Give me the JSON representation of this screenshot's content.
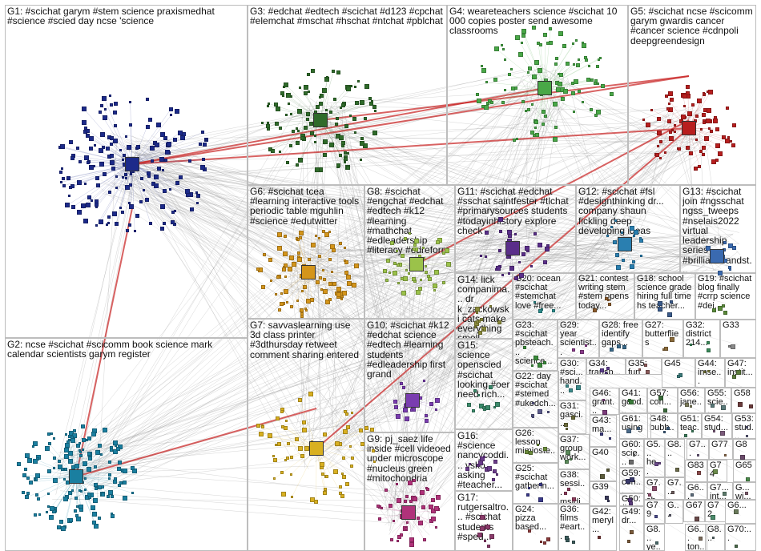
{
  "groups": [
    {
      "id": "G1",
      "label": "G1: #scichat garym #stem science praxismedhat #science #scied day ncse 'science",
      "color": "#1c2a8a",
      "fs": 12,
      "n": 170
    },
    {
      "id": "G2",
      "label": "G2: ncse #scichat #scicomm book science mark calendar scientists garym register",
      "color": "#1a7fa0",
      "fs": 12,
      "n": 150
    },
    {
      "id": "G3",
      "label": "G3: #edchat #edtech #scichat #d123 #cpchat #elemchat #mschat #hschat #ntchat #pblchat",
      "color": "#2f6b2a",
      "fs": 12,
      "n": 110
    },
    {
      "id": "G4",
      "label": "G4: weareteachers science #scichat 10 000 copies poster send awesome classrooms",
      "color": "#49a847",
      "fs": 12,
      "n": 100
    },
    {
      "id": "G5",
      "label": "G5: #scichat ncse #scicomm garym gwardis cancer #cancer science #cdnpoli deepgreendesign",
      "color": "#b81e1e",
      "fs": 12,
      "n": 80
    },
    {
      "id": "G6",
      "label": "G6: #scichat tcea #learning interactive tools periodic table mguhlin #science #edutwitter",
      "color": "#d4951a",
      "fs": 12,
      "n": 90
    },
    {
      "id": "G7",
      "label": "G7: savvaslearning use 3d class printer #3dthursday retweet comment sharing entered",
      "color": "#d9b020",
      "fs": 12,
      "n": 70
    },
    {
      "id": "G8",
      "label": "G8: #scichat #engchat #edchat #edtech #k12 #learning #mathchat #edleadership #literacy #edreform",
      "color": "#9bc24a",
      "fs": 12,
      "n": 45
    },
    {
      "id": "G9",
      "label": "G9: pj_saez life inside #cell videoed under microscope #nucleus green #mitochondria",
      "color": "#b0327a",
      "fs": 12,
      "n": 45
    },
    {
      "id": "G10",
      "label": "G10: #scichat #k12 #edchat science #edtech #learning students #edleadership first grand",
      "color": "#7a3db0",
      "fs": 12,
      "n": 20
    },
    {
      "id": "G11",
      "label": "G11: #scichat #edchat #sschat saintfester #tlchat #primarysources students #todayinhistory explore check",
      "color": "#5a2e8a",
      "fs": 12,
      "n": 30
    },
    {
      "id": "G12",
      "label": "G12: #scichat #fsl #designthinking dr... company shaun fickling deep developing ideas",
      "color": "#2a7fb0",
      "fs": 12,
      "n": 20
    },
    {
      "id": "G13",
      "label": "G13: #scichat join #ngsschat ngss_tweeps #nselais2022 virtual leadership series #brillianceandst...",
      "color": "#3a6ab0",
      "fs": 12,
      "n": 10
    },
    {
      "id": "G14",
      "label": "G14: lick companima... dr k_zackowski cats make everything smell same...",
      "color": "#8a8a3a",
      "fs": 12,
      "n": 12
    },
    {
      "id": "G15",
      "label": "G15: science openscied #scichat looking #oer need rich...",
      "color": "#3a8a6a",
      "fs": 12,
      "n": 12
    },
    {
      "id": "G16",
      "label": "G16: #science nancycoddi... vsko asking #teacher...",
      "color": "#6a3a8a",
      "fs": 12,
      "n": 12
    },
    {
      "id": "G17",
      "label": "G17: rutgersaltro... #scichat students #sped...",
      "color": "#8a3a6a",
      "fs": 12,
      "n": 10
    },
    {
      "id": "G18",
      "label": "G18: school science grade hiring full time hs teacher...",
      "color": "#3a5a8a",
      "fs": 11,
      "n": 4
    },
    {
      "id": "G19",
      "label": "G19: #scichat blog finally #crrp science #dei...",
      "color": "#5a8a3a",
      "fs": 11,
      "n": 4
    },
    {
      "id": "G20",
      "label": "G20: ocean #scichat #stemchat love #free...",
      "color": "#2a8a8a",
      "fs": 11,
      "n": 4
    },
    {
      "id": "G21",
      "label": "G21: contest writing stem #stem opens today...",
      "color": "#8a5a2a",
      "fs": 11,
      "n": 4
    },
    {
      "id": "G22",
      "label": "G22: day #scichat #stemed #ukedch...",
      "color": "#5a5a8a",
      "fs": 11,
      "n": 5
    },
    {
      "id": "G23",
      "label": "G23: #scichat pbsteach... science...",
      "color": "#3a8a3a",
      "fs": 11,
      "n": 5
    },
    {
      "id": "G24",
      "label": "G24: pizza based...",
      "color": "#8a3a3a",
      "fs": 11,
      "n": 4
    },
    {
      "id": "G25",
      "label": "G25: #scichat gatherin...",
      "color": "#3a3a8a",
      "fs": 11,
      "n": 4
    },
    {
      "id": "G26",
      "label": "G26: lesson mimioste...",
      "color": "#6a8a3a",
      "fs": 11,
      "n": 4
    },
    {
      "id": "G27",
      "label": "G27: butterflies",
      "color": "#8a6a3a",
      "fs": 11,
      "n": 3
    },
    {
      "id": "G28",
      "label": "G28: free identify gaps...",
      "color": "#3a6a8a",
      "fs": 11,
      "n": 3
    },
    {
      "id": "G29",
      "label": "G29: year scientist...",
      "color": "#8a3a8a",
      "fs": 11,
      "n": 3
    },
    {
      "id": "G30",
      "label": "G30: #sci... hand...",
      "color": "#3a8a8a",
      "fs": 11,
      "n": 3
    },
    {
      "id": "G31",
      "label": "G31: gasci...",
      "color": "#6a6a3a",
      "fs": 11,
      "n": 3
    },
    {
      "id": "G32",
      "label": "G32: district 214...",
      "color": "#3a8a5a",
      "fs": 11,
      "n": 3
    },
    {
      "id": "G33",
      "label": "G33",
      "color": "#8a8a8a",
      "fs": 11,
      "n": 2
    },
    {
      "id": "G34",
      "label": "G34: transp...",
      "color": "#5a3a8a",
      "fs": 11,
      "n": 3
    },
    {
      "id": "G35",
      "label": "G35: fun music...",
      "color": "#8a5a5a",
      "fs": 11,
      "n": 3
    },
    {
      "id": "G36",
      "label": "G36: films #eart...",
      "color": "#3a5a5a",
      "fs": 11,
      "n": 3
    },
    {
      "id": "G37",
      "label": "G37: group work...",
      "color": "#5a8a5a",
      "fs": 11,
      "n": 3
    },
    {
      "id": "G38",
      "label": "G38: sessi... msjdi...",
      "color": "#8a3a5a",
      "fs": 11,
      "n": 3
    },
    {
      "id": "G39",
      "label": "G39",
      "color": "#3a3a5a",
      "fs": 11,
      "n": 2
    },
    {
      "id": "G40",
      "label": "G40",
      "color": "#5a5a3a",
      "fs": 11,
      "n": 2
    },
    {
      "id": "G41",
      "label": "G41: good...",
      "color": "#3a7a3a",
      "fs": 11,
      "n": 2
    },
    {
      "id": "G42",
      "label": "G42: meryl...",
      "color": "#7a3a3a",
      "fs": 11,
      "n": 2
    },
    {
      "id": "G43",
      "label": "G43: ma...",
      "color": "#3a3a7a",
      "fs": 11,
      "n": 2
    },
    {
      "id": "G44",
      "label": "G44: imse...",
      "color": "#7a7a3a",
      "fs": 11,
      "n": 2
    },
    {
      "id": "G45",
      "label": "G45",
      "color": "#3a7a7a",
      "fs": 11,
      "n": 2
    },
    {
      "id": "G46",
      "label": "G46: grant...",
      "color": "#7a3a7a",
      "fs": 11,
      "n": 2
    },
    {
      "id": "G47",
      "label": "G47: instit...",
      "color": "#5a7a3a",
      "fs": 11,
      "n": 2
    },
    {
      "id": "G48",
      "label": "G48: bubb...",
      "color": "#3a5a7a",
      "fs": 11,
      "n": 2
    },
    {
      "id": "G49",
      "label": "G49: dr...",
      "color": "#7a5a3a",
      "fs": 11,
      "n": 2
    },
    {
      "id": "G50",
      "label": "G50: #se...",
      "color": "#5a3a7a",
      "fs": 11,
      "n": 2
    },
    {
      "id": "G51",
      "label": "G51: teac...",
      "color": "#3a7a5a",
      "fs": 11,
      "n": 2
    },
    {
      "id": "G52",
      "label": "G52: 2...",
      "color": "#7a3a5a",
      "fs": 11,
      "n": 2
    },
    {
      "id": "G53",
      "label": "G53: stud...",
      "color": "#5a5a7a",
      "fs": 11,
      "n": 2
    },
    {
      "id": "G54",
      "label": "G54: stud...",
      "color": "#7a5a7a",
      "fs": 11,
      "n": 2
    },
    {
      "id": "G55",
      "label": "G55: scie...",
      "color": "#5a7a7a",
      "fs": 11,
      "n": 2
    },
    {
      "id": "G56",
      "label": "G56: jane...",
      "color": "#7a7a5a",
      "fs": 11,
      "n": 2
    },
    {
      "id": "G57",
      "label": "G57: con...",
      "color": "#3a6a3a",
      "fs": 11,
      "n": 2
    },
    {
      "id": "G58",
      "label": "G58",
      "color": "#6a3a3a",
      "fs": 11,
      "n": 2
    },
    {
      "id": "G59",
      "label": "G59: con...",
      "color": "#3a3a6a",
      "fs": 11,
      "n": 2
    },
    {
      "id": "G60",
      "label": "G60: scie...",
      "color": "#6a6a6a",
      "fs": 11,
      "n": 2
    },
    {
      "id": "G61",
      "label": "G61: using",
      "color": "#4a6a8a",
      "fs": 11,
      "n": 2
    },
    {
      "id": "G5x",
      "label": "G5... he... ais... #sl...",
      "color": "#6a4a8a",
      "fs": 11,
      "n": 2
    },
    {
      "id": "G7x",
      "label": "G7... sh...",
      "color": "#8a4a6a",
      "fs": 11,
      "n": 2
    },
    {
      "id": "G72",
      "label": "G72",
      "color": "#4a8a6a",
      "fs": 11,
      "n": 1
    },
    {
      "id": "G74",
      "label": "G74",
      "color": "#6a8a4a",
      "fs": 11,
      "n": 1
    },
    {
      "id": "G77",
      "label": "G77",
      "color": "#8a6a4a",
      "fs": 11,
      "n": 1
    },
    {
      "id": "G79",
      "label": "G79",
      "color": "#4a4a8a",
      "fs": 11,
      "n": 1
    },
    {
      "id": "G83",
      "label": "G83",
      "color": "#8a4a4a",
      "fs": 11,
      "n": 1
    },
    {
      "id": "G65",
      "label": "G65",
      "color": "#4a8a4a",
      "fs": 11,
      "n": 1
    },
    {
      "id": "G67",
      "label": "G67",
      "color": "#6a4a4a",
      "fs": 11,
      "n": 1
    },
    {
      "id": "G70",
      "label": "G70:...",
      "color": "#4a6a4a",
      "fs": 11,
      "n": 1
    },
    {
      "id": "G8a",
      "label": "G8...",
      "color": "#6a6a4a",
      "fs": 11,
      "n": 1
    },
    {
      "id": "G8b",
      "label": "G8... ye...",
      "color": "#4a6a6a",
      "fs": 11,
      "n": 1
    },
    {
      "id": "G8c",
      "label": "G8",
      "color": "#6a4a6a",
      "fs": 11,
      "n": 1
    },
    {
      "id": "G6a",
      "label": "G6... wo...",
      "color": "#5a6a7a",
      "fs": 11,
      "n": 1
    },
    {
      "id": "G6b",
      "label": "G6... ton...",
      "color": "#7a6a5a",
      "fs": 11,
      "n": 1
    },
    {
      "id": "G7a",
      "label": "G7... int...",
      "color": "#5a7a6a",
      "fs": 11,
      "n": 1
    },
    {
      "id": "G7b",
      "label": "G7...",
      "color": "#6a5a7a",
      "fs": 11,
      "n": 1
    },
    {
      "id": "Gwi",
      "label": "G... wi...",
      "color": "#7a5a6a",
      "fs": 11,
      "n": 1
    },
    {
      "id": "G6c",
      "label": "G6...",
      "color": "#6a7a5a",
      "fs": 11,
      "n": 1
    },
    {
      "id": "G8d",
      "label": "G8...",
      "color": "#5a6a6a",
      "fs": 11,
      "n": 1
    },
    {
      "id": "G7c",
      "label": "G7...",
      "color": "#6a5a5a",
      "fs": 11,
      "n": 1
    },
    {
      "id": "Gxx",
      "label": "G...",
      "color": "#5a5a6a",
      "fs": 11,
      "n": 1
    }
  ]
}
